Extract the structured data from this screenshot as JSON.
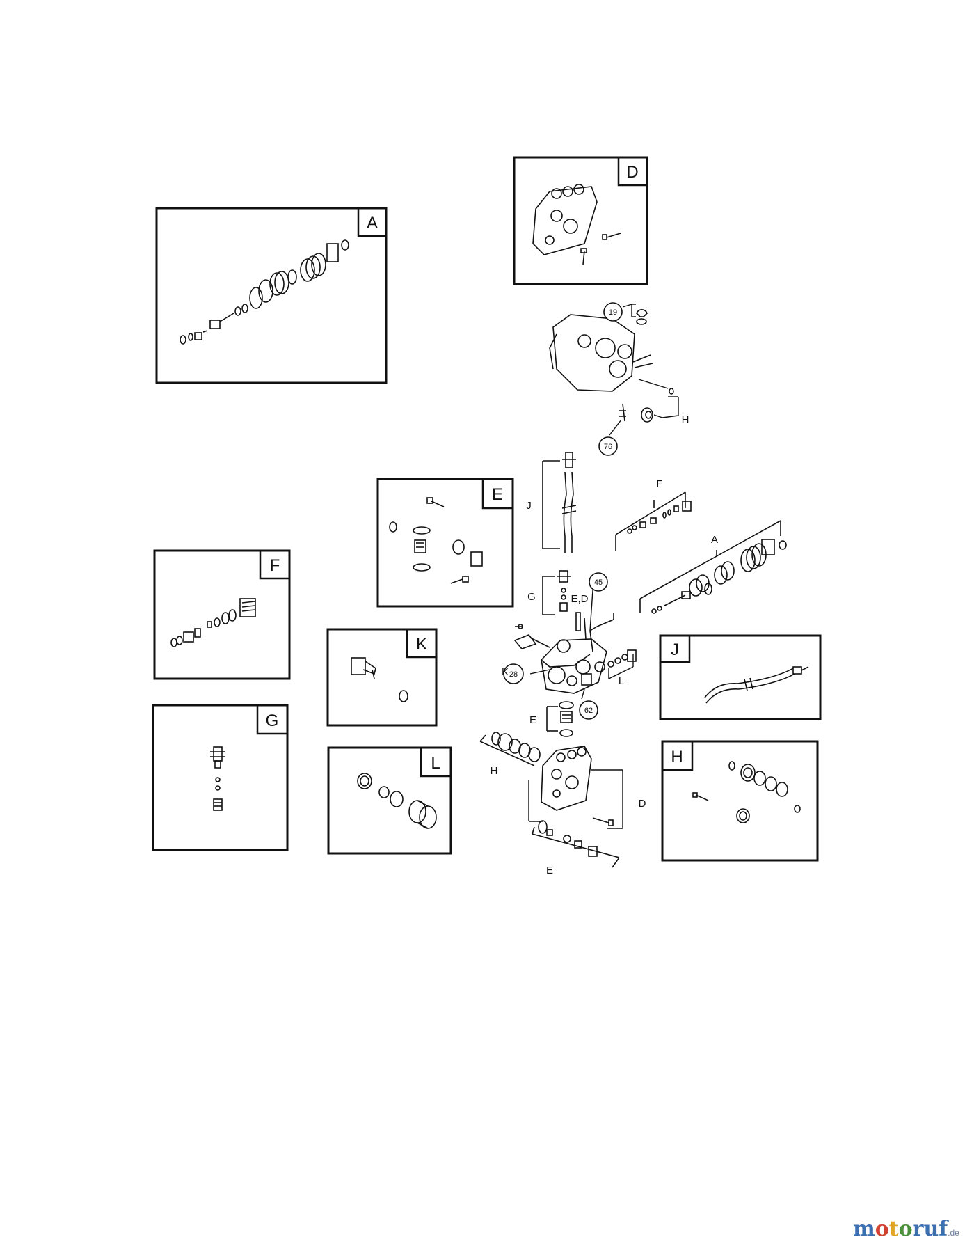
{
  "insets": [
    {
      "id": "A",
      "label": "A"
    },
    {
      "id": "D",
      "label": "D"
    },
    {
      "id": "E",
      "label": "E"
    },
    {
      "id": "F",
      "label": "F"
    },
    {
      "id": "K",
      "label": "K"
    },
    {
      "id": "G",
      "label": "G"
    },
    {
      "id": "L",
      "label": "L"
    },
    {
      "id": "J",
      "label": "J"
    },
    {
      "id": "H",
      "label": "H"
    }
  ],
  "callouts": [
    {
      "id": "c19",
      "label": "19"
    },
    {
      "id": "c76",
      "label": "76"
    },
    {
      "id": "c45",
      "label": "45"
    },
    {
      "id": "c28",
      "label": "28"
    },
    {
      "id": "c62",
      "label": "62"
    }
  ],
  "group_labels": {
    "h_top": "H",
    "f": "F",
    "j": "J",
    "a": "A",
    "g": "G",
    "ed": "E,D",
    "k": "K",
    "l": "L",
    "e_mid": "E",
    "h_low": "H",
    "d": "D",
    "e_bottom": "E"
  },
  "watermark": {
    "part1": "m",
    "part2": "o",
    "part3": "t",
    "part4": "o",
    "part5": "ruf",
    "tld": ".de"
  }
}
